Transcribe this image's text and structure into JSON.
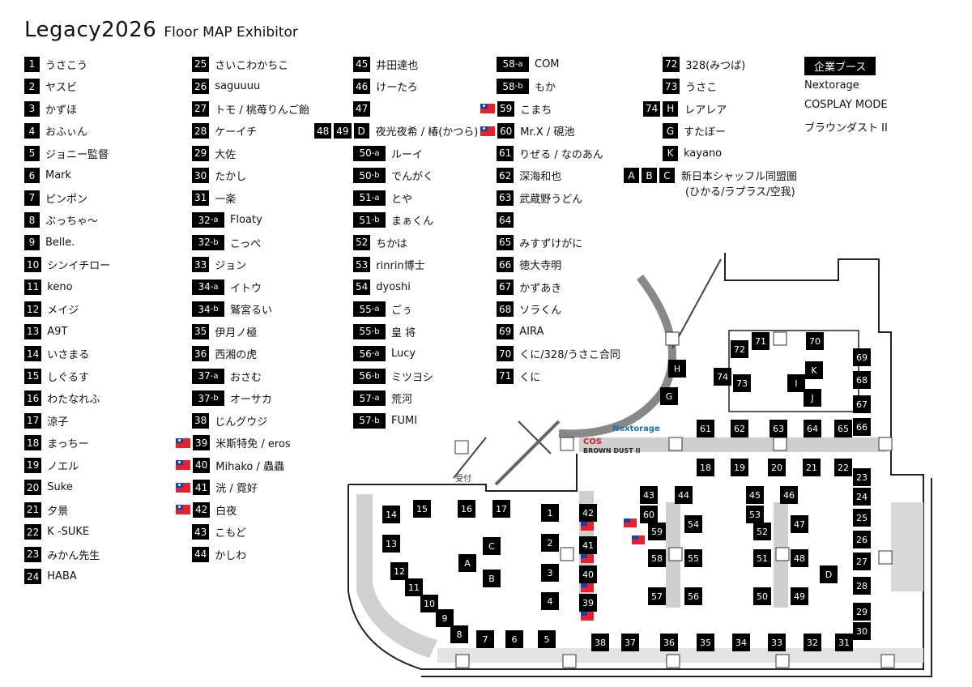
{
  "title": {
    "main": "Legacy2026",
    "sub": "Floor MAP Exhibitor"
  },
  "legend_col1": [
    {
      "no": "1",
      "name": "うさこう"
    },
    {
      "no": "2",
      "name": "ヤスビ"
    },
    {
      "no": "3",
      "name": "かずほ"
    },
    {
      "no": "4",
      "name": "おふぃん"
    },
    {
      "no": "5",
      "name": "ジョニー監督"
    },
    {
      "no": "6",
      "name": "Mark"
    },
    {
      "no": "7",
      "name": "ピンポン"
    },
    {
      "no": "8",
      "name": "ぶっちゃ～"
    },
    {
      "no": "9",
      "name": "Belle."
    },
    {
      "no": "10",
      "name": "シンイチロー"
    },
    {
      "no": "11",
      "name": "keno"
    },
    {
      "no": "12",
      "name": "メイジ"
    },
    {
      "no": "13",
      "name": "A9T"
    },
    {
      "no": "14",
      "name": "いさまる"
    },
    {
      "no": "15",
      "name": "しぐるす"
    },
    {
      "no": "16",
      "name": "わたなれふ"
    },
    {
      "no": "17",
      "name": "涼子"
    },
    {
      "no": "18",
      "name": "まっちー"
    },
    {
      "no": "19",
      "name": "ノエル"
    },
    {
      "no": "20",
      "name": "Suke"
    },
    {
      "no": "21",
      "name": "夕景"
    },
    {
      "no": "22",
      "name": "K -SUKE"
    },
    {
      "no": "23",
      "name": "みかん先生"
    },
    {
      "no": "24",
      "name": "HABA"
    }
  ],
  "legend_col2": [
    {
      "no": "25",
      "name": "さいこわかちこ"
    },
    {
      "no": "26",
      "name": "saguuuu"
    },
    {
      "no": "27",
      "name": "トモ / 桃苺りんご飴"
    },
    {
      "no": "28",
      "name": "ケーイチ"
    },
    {
      "no": "29",
      "name": "大佐"
    },
    {
      "no": "30",
      "name": "たかし"
    },
    {
      "no": "31",
      "name": "一楽"
    },
    {
      "no": "32",
      "sfx": "-a",
      "name": "Floaty"
    },
    {
      "no": "32",
      "sfx": "-b",
      "name": "こっぺ"
    },
    {
      "no": "33",
      "name": "ジョン"
    },
    {
      "no": "34",
      "sfx": "-a",
      "name": "イトウ"
    },
    {
      "no": "34",
      "sfx": "-b",
      "name": "鷲宮るい"
    },
    {
      "no": "35",
      "name": "伊月ノ極"
    },
    {
      "no": "36",
      "name": "西湘の虎"
    },
    {
      "no": "37",
      "sfx": "-a",
      "name": "おさむ"
    },
    {
      "no": "37",
      "sfx": "-b",
      "name": "オーサカ"
    },
    {
      "no": "38",
      "name": "じんグウジ"
    },
    {
      "no": "39",
      "name": "米斯特免 / eros",
      "flag": true
    },
    {
      "no": "40",
      "name": "Mihako / 蟲蟲",
      "flag": true
    },
    {
      "no": "41",
      "name": "洸 / 霓好",
      "flag": true
    },
    {
      "no": "42",
      "name": "白夜",
      "flag": true
    },
    {
      "no": "43",
      "name": "こもど"
    },
    {
      "no": "44",
      "name": "かしわ"
    }
  ],
  "legend_col3": [
    {
      "no": "45",
      "name": "井田達也"
    },
    {
      "no": "46",
      "name": "けーたろ"
    },
    {
      "no": "47",
      "name": ""
    },
    {
      "no": "48 49 D",
      "name": "夜光夜希 / 椿(かつら)",
      "multi": [
        "48",
        "49",
        "D"
      ]
    },
    {
      "no": "50",
      "sfx": "-a",
      "name": "ルーイ"
    },
    {
      "no": "50",
      "sfx": "-b",
      "name": "でんがく"
    },
    {
      "no": "51",
      "sfx": "-a",
      "name": "とや"
    },
    {
      "no": "51",
      "sfx": "-b",
      "name": "まぁくん"
    },
    {
      "no": "52",
      "name": "ちかは"
    },
    {
      "no": "53",
      "name": "rinrin博士"
    },
    {
      "no": "54",
      "name": "dyoshi"
    },
    {
      "no": "55",
      "sfx": "-a",
      "name": "ごぅ"
    },
    {
      "no": "55",
      "sfx": "-b",
      "name": "皇 将"
    },
    {
      "no": "56",
      "sfx": "-a",
      "name": "Lucy"
    },
    {
      "no": "56",
      "sfx": "-b",
      "name": "ミツヨシ"
    },
    {
      "no": "57",
      "sfx": "-a",
      "name": "荒河"
    },
    {
      "no": "57",
      "sfx": "-b",
      "name": "FUMI"
    }
  ],
  "legend_col4": [
    {
      "no": "58",
      "sfx": "-a",
      "name": "COM"
    },
    {
      "no": "58",
      "sfx": "-b",
      "name": "もか"
    },
    {
      "no": "59",
      "name": "こまち",
      "flag": true
    },
    {
      "no": "60",
      "name": "Mr.X /  硯池",
      "flag": true
    },
    {
      "no": "61",
      "name": "りぜる / なのあん"
    },
    {
      "no": "62",
      "name": "深海和也"
    },
    {
      "no": "63",
      "name": "武蔵野うどん"
    },
    {
      "no": "64",
      "name": ""
    },
    {
      "no": "65",
      "name": "みすずけがに"
    },
    {
      "no": "66",
      "name": "徳大寺明"
    },
    {
      "no": "67",
      "name": "かずあき"
    },
    {
      "no": "68",
      "name": "ソラくん"
    },
    {
      "no": "69",
      "name": "AIRA"
    },
    {
      "no": "70",
      "name": "くに/328/うさこ合同"
    },
    {
      "no": "71",
      "name": "くに"
    }
  ],
  "legend_col5": [
    {
      "no": "72",
      "name": "328(みつば)"
    },
    {
      "no": "73",
      "name": "うさこ"
    },
    {
      "no": "74 H",
      "name": "レアレア",
      "multi": [
        "74",
        "H"
      ]
    },
    {
      "no": "G",
      "name": "すたぼー"
    },
    {
      "no": "K",
      "name": "kayano"
    },
    {
      "no": "A B C",
      "name": "新日本シャッフル同盟圏",
      "multi": [
        "A",
        "B",
        "C"
      ],
      "name2": "(ひかる/ラプラス/空我)"
    }
  ],
  "corporate": {
    "heading": "企業ブース",
    "items": [
      "Nextorage",
      "COSPLAY MODE",
      "ブラウンダスト II"
    ]
  },
  "map": {
    "reception_label": "受付",
    "nextorage_label": "Nextorage",
    "cos_label": "COS",
    "bd_label": "BROWN DUST II",
    "booths": [
      "1",
      "2",
      "3",
      "4",
      "5",
      "6",
      "7",
      "8",
      "9",
      "10",
      "11",
      "12",
      "13",
      "14",
      "15",
      "16",
      "17",
      "18",
      "19",
      "20",
      "21",
      "22",
      "23",
      "24",
      "25",
      "26",
      "27",
      "28",
      "29",
      "30",
      "31",
      "32",
      "33",
      "34",
      "35",
      "36",
      "37",
      "38",
      "39",
      "40",
      "41",
      "42",
      "43",
      "44",
      "45",
      "46",
      "47",
      "48",
      "49",
      "50",
      "51",
      "52",
      "53",
      "54",
      "55",
      "56",
      "57",
      "58",
      "59",
      "60",
      "61",
      "62",
      "63",
      "64",
      "65",
      "66",
      "67",
      "68",
      "69",
      "70",
      "71",
      "72",
      "73",
      "74",
      "A",
      "B",
      "C",
      "D",
      "G",
      "H",
      "I",
      "J",
      "K"
    ]
  }
}
